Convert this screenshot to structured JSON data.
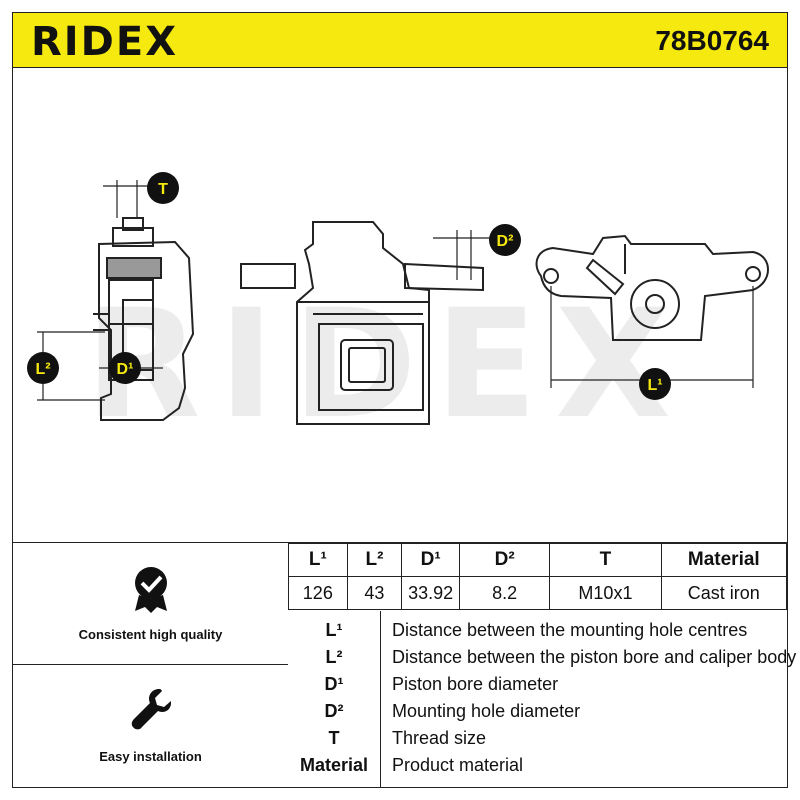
{
  "header": {
    "brand": "RIDEX",
    "part_number": "78B0764"
  },
  "drawing": {
    "watermark": "RIDEX",
    "callouts": {
      "T": "T",
      "D2": "D²",
      "L2": "L²",
      "D1": "D¹",
      "L1": "L¹"
    }
  },
  "features": [
    {
      "label": "Consistent high quality",
      "icon": "quality-badge-icon"
    },
    {
      "label": "Easy installation",
      "icon": "wrench-icon"
    }
  ],
  "specs": {
    "headers": [
      "L¹",
      "L²",
      "D¹",
      "D²",
      "T",
      "Material"
    ],
    "values": [
      "126",
      "43",
      "33.92",
      "8.2",
      "M10x1",
      "Cast iron"
    ]
  },
  "legend": [
    {
      "key": "L¹",
      "text": "Distance between the mounting hole centres"
    },
    {
      "key": "L²",
      "text": "Distance between the piston bore and caliper body"
    },
    {
      "key": "D¹",
      "text": "Piston bore diameter"
    },
    {
      "key": "D²",
      "text": "Mounting hole diameter"
    },
    {
      "key": "T",
      "text": "Thread size"
    },
    {
      "key": "Material",
      "text": "Product material"
    }
  ]
}
